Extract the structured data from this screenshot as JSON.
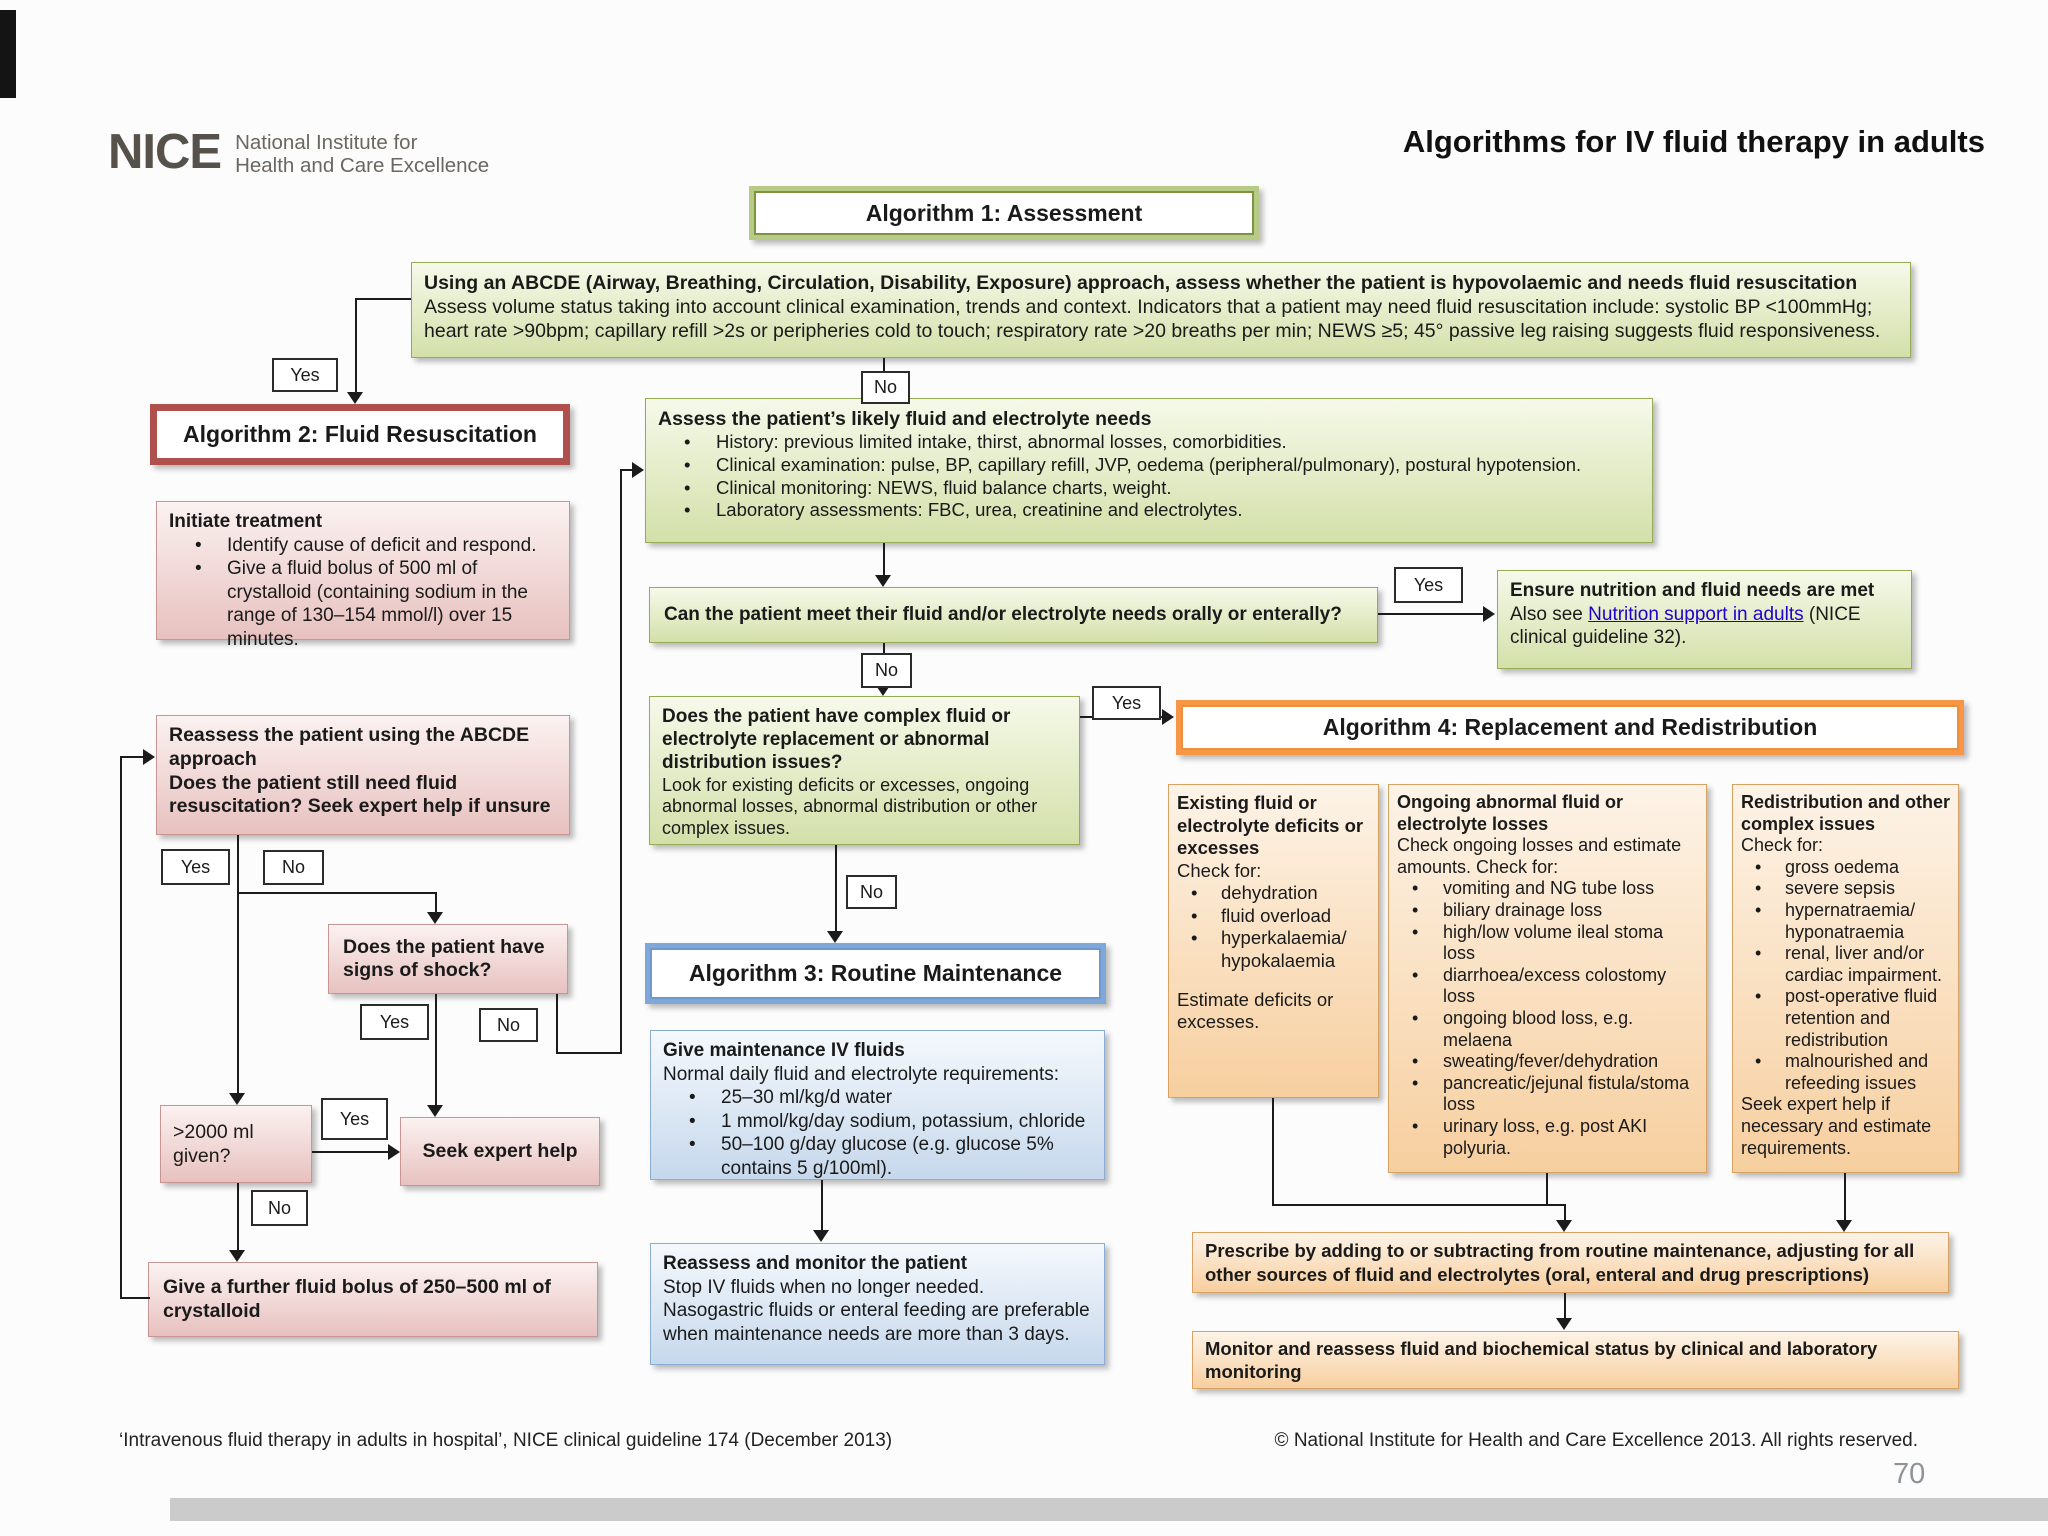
{
  "page": {
    "number": "70"
  },
  "colors": {
    "green": "#94ad55",
    "red": "#b0504d",
    "blue": "#7fa7d9",
    "orange": "#f79646",
    "link_blue": "#2200cc"
  },
  "labels": {
    "yes": "Yes",
    "no": "No"
  },
  "header": {
    "logo": "NICE",
    "logo_sub1": "National Institute for",
    "logo_sub2": "Health and Care Excellence",
    "title": "Algorithms for IV fluid therapy in adults"
  },
  "alg1": {
    "title": "Algorithm 1: Assessment",
    "intro_bold": "Using an ABCDE (Airway, Breathing, Circulation, Disability, Exposure) approach, assess whether the patient is hypovolaemic and needs fluid resuscitation",
    "intro_rest": "Assess volume status taking into account clinical examination, trends and context. Indicators that a patient may need fluid resuscitation include: systolic BP <100mmHg; heart rate >90bpm; capillary refill >2s or peripheries cold to touch; respiratory rate >20 breaths per min; NEWS ≥5; 45° passive leg raising suggests fluid responsiveness.",
    "assess": {
      "title": "Assess the patient’s likely fluid and electrolyte needs",
      "bullets": [
        "History: previous limited intake, thirst, abnormal losses, comorbidities.",
        "Clinical examination: pulse, BP, capillary refill, JVP, oedema (peripheral/pulmonary), postural hypotension.",
        "Clinical monitoring: NEWS, fluid balance charts, weight.",
        "Laboratory assessments: FBC, urea, creatinine and electrolytes."
      ]
    },
    "oral_q": "Can the patient meet their fluid and/or electrolyte needs orally or enterally?",
    "nutrition": {
      "title": "Ensure nutrition and fluid needs are met",
      "pre": "Also see ",
      "link": "Nutrition support in adults",
      "post": " (NICE clinical guideline 32)."
    },
    "complex": {
      "q": "Does the patient have complex fluid or electrolyte replacement or abnormal distribution issues?",
      "note": "Look for existing deficits or excesses, ongoing abnormal losses, abnormal distribution or other complex issues."
    }
  },
  "alg2": {
    "title": "Algorithm 2: Fluid Resuscitation",
    "initiate": {
      "title": "Initiate treatment",
      "bullets": [
        "Identify cause of deficit and respond.",
        "Give a fluid bolus of 500 ml of crystalloid (containing sodium in the range of 130–154 mmol/l) over 15 minutes."
      ]
    },
    "reassess_line1": "Reassess the patient using the ABCDE approach",
    "reassess_line2": "Does the patient still need fluid resuscitation? Seek expert help if unsure",
    "shock_q": "Does the patient have signs of shock?",
    "given_q": ">2000 ml given?",
    "seek_expert": "Seek expert help",
    "further_bolus": "Give a further fluid bolus of 250–500 ml of crystalloid"
  },
  "alg3": {
    "title": "Algorithm 3: Routine Maintenance",
    "maintenance": {
      "title": "Give maintenance IV fluids",
      "subtitle": "Normal daily fluid and electrolyte requirements:",
      "bullets": [
        "25–30 ml/kg/d water",
        "1 mmol/kg/day sodium, potassium, chloride",
        "50–100 g/day glucose (e.g. glucose 5% contains 5 g/100ml)."
      ]
    },
    "monitor": {
      "title": "Reassess and monitor the patient",
      "line1": "Stop IV fluids when no longer needed.",
      "line2": "Nasogastric fluids or enteral feeding are preferable when maintenance needs are more than 3 days."
    }
  },
  "alg4": {
    "title": "Algorithm 4: Replacement and Redistribution",
    "existing": {
      "title": "Existing fluid or electrolyte deficits or excesses",
      "check": "Check for:",
      "bullets": [
        "dehydration",
        "fluid overload",
        "hyperkalaemia/ hypokalaemia"
      ],
      "footer": "Estimate deficits or excesses."
    },
    "ongoing": {
      "title": "Ongoing abnormal fluid or electrolyte losses",
      "check": "Check ongoing losses and estimate amounts. Check for:",
      "bullets": [
        "vomiting and NG tube loss",
        "biliary drainage loss",
        "high/low volume ileal stoma loss",
        "diarrhoea/excess colostomy loss",
        "ongoing blood loss, e.g. melaena",
        "sweating/fever/dehydration",
        "pancreatic/jejunal fistula/stoma loss",
        "urinary loss, e.g. post AKI polyuria."
      ]
    },
    "redistribution": {
      "title": "Redistribution and other complex issues",
      "check": "Check for:",
      "bullets": [
        "gross oedema",
        "severe sepsis",
        "hypernatraemia/ hyponatraemia",
        "renal, liver and/or cardiac impairment.",
        "post-operative fluid retention and redistribution",
        "malnourished and refeeding issues"
      ],
      "footer": "Seek expert help if necessary and estimate requirements."
    },
    "prescribe": "Prescribe by adding to or subtracting from routine maintenance, adjusting for all other sources of fluid and electrolytes (oral, enteral and drug prescriptions)",
    "monitor": "Monitor and reassess fluid and biochemical status by clinical and laboratory monitoring"
  },
  "footer": {
    "left": "‘Intravenous fluid therapy in adults in hospital’, NICE clinical guideline 174 (December 2013)",
    "right": "© National Institute for Health and Care Excellence 2013. All rights reserved."
  }
}
